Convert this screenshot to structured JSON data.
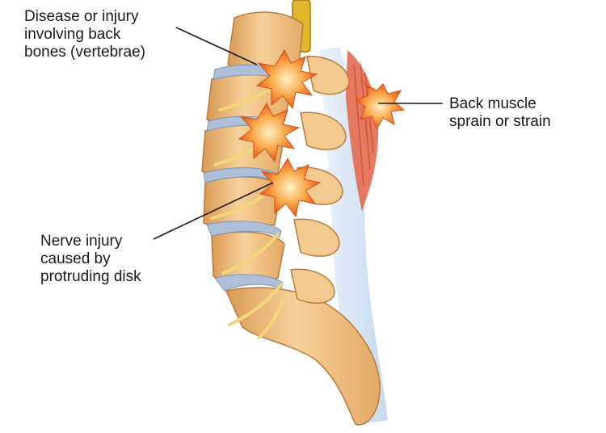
{
  "labels": {
    "vertebrae": [
      "Disease or injury",
      "involving back",
      "bones (vertebrae)"
    ],
    "muscle": [
      "Back muscle",
      "sprain or strain"
    ],
    "nerve": [
      "Nerve injury",
      "caused by",
      "protruding disk"
    ]
  },
  "colors": {
    "bone": "#f0c68a",
    "bone_shadow": "#c98a45",
    "disk": "#aebfd8",
    "nerve": "#efd77a",
    "spinal_cord": "#e3b52a",
    "inflammation": "#f07a2a",
    "muscle": "#e56a52",
    "ligament": "#cfe0f0",
    "leader_line": "#1a1a1a"
  },
  "icons": [
    "spine-illustration",
    "injury-starburst"
  ]
}
